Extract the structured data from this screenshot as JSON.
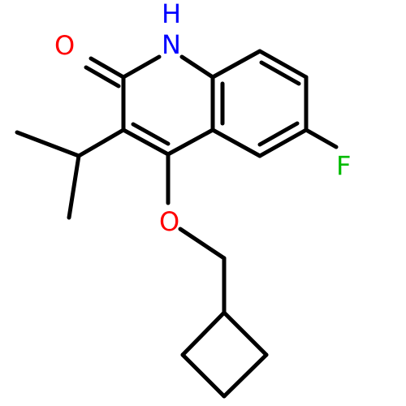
{
  "molecule": {
    "atoms": {
      "N1": {
        "label": "H",
        "sub": "N",
        "color": "#0000ff"
      },
      "O2": {
        "label": "O",
        "color": "#ff0000"
      },
      "F6": {
        "label": "F",
        "color": "#00bb00"
      },
      "O4": {
        "label": "O",
        "color": "#ff0000"
      }
    },
    "colors": {
      "bond": "#000000",
      "nitrogen": "#0000ff",
      "oxygen": "#ff0000",
      "fluorine": "#00bb00"
    }
  }
}
